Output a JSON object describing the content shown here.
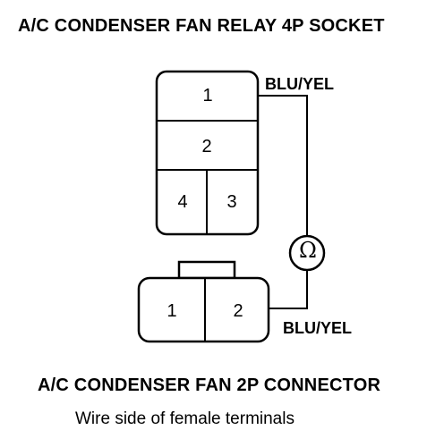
{
  "relay_socket": {
    "title": "A/C CONDENSER FAN RELAY 4P SOCKET",
    "pins": [
      "1",
      "2",
      "4",
      "3"
    ],
    "wire_label": "BLU/YEL"
  },
  "fan_connector": {
    "title": "A/C CONDENSER FAN 2P CONNECTOR",
    "pins": [
      "1",
      "2"
    ],
    "wire_label": "BLU/YEL"
  },
  "caption": "Wire side of female terminals",
  "ohmmeter": {
    "symbol": "Ω",
    "icon": "ohmmeter-icon"
  }
}
